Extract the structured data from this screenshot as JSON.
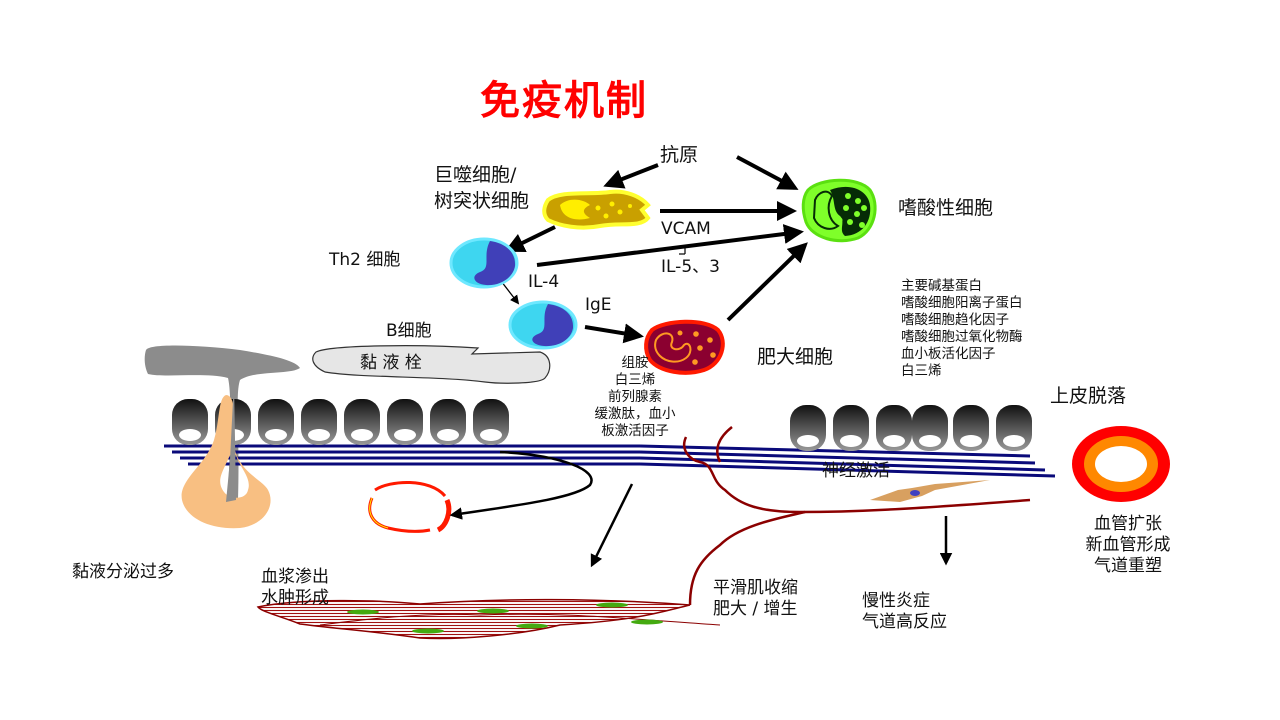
{
  "title": "免疫机制",
  "colors": {
    "title": "#ff0000",
    "arrow": "#000000",
    "membrane_line": "#0a0a7a",
    "nerve": "#8b0000",
    "mucus_gland": "#f8bf82",
    "eosinophil": "#7fff2a",
    "macrophage": "#f0d400",
    "lymphocyte": "#3ed6f0",
    "mast_cell": "#e00000",
    "vessel_outer": "#ff0000",
    "vessel_inner": "#ff8800"
  },
  "labels": {
    "antigen": "抗原",
    "macrophage_line1": "巨噬细胞/",
    "macrophage_line2": "树突状细胞",
    "eosinophil": "嗜酸性细胞",
    "vcam": "VCAM",
    "il5": "IL-5、3",
    "th2": "Th2 细胞",
    "il4": "IL-4",
    "ige": "IgE",
    "b_cell": "B细胞",
    "mucus_plug": "黏 液 栓",
    "mast_cell": "肥大细胞",
    "epithelial_shedding": "上皮脱落",
    "nerve_activation": "神经激活",
    "mucus_hypersecretion": "黏液分泌过多",
    "plasma_line1": "血浆渗出",
    "plasma_line2": "水肿形成",
    "smooth_line1": "平滑肌收缩",
    "smooth_line2": "肥大 / 增生",
    "chronic_line1": "慢性炎症",
    "chronic_line2": "气道高反应",
    "vessel_line1": "血管扩张",
    "vessel_line2": "新血管形成",
    "vessel_line3": "气道重塑"
  },
  "mast_mediators": [
    "组胺",
    "白三烯",
    "前列腺素",
    "缓激肽，血小",
    "板激活因子"
  ],
  "eos_mediators": [
    "主要碱基蛋白",
    "嗜酸细胞阳离子蛋白",
    "嗜酸细胞趋化因子",
    "嗜酸细胞过氧化物酶",
    "血小板活化因子",
    "白三烯"
  ]
}
